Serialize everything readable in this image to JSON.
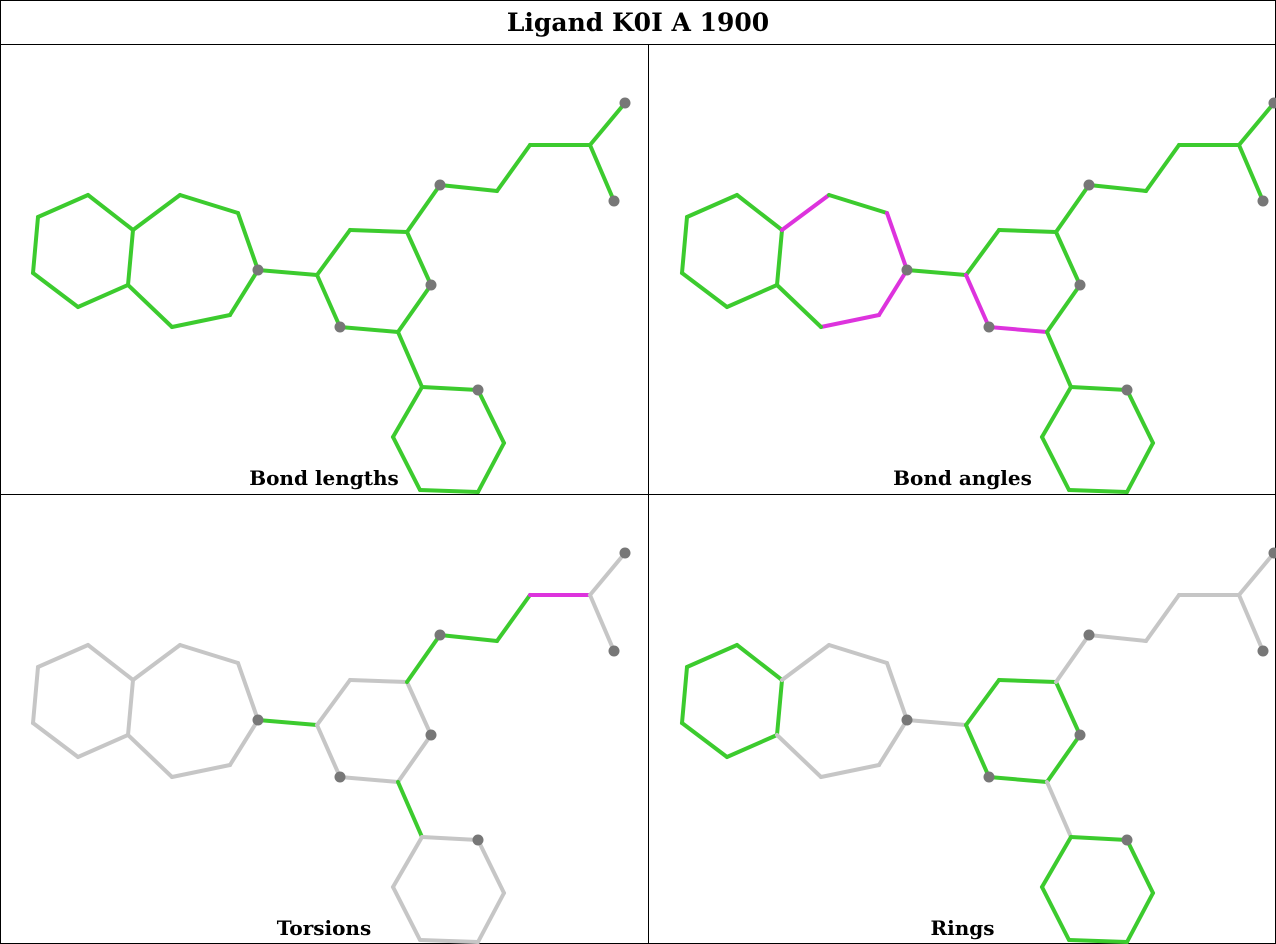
{
  "title": "Ligand K0I A 1900",
  "colors": {
    "ok": "#3ccb2e",
    "outlier": "#dd33dd",
    "neutral": "#c6c6c6",
    "atom": "#777777"
  },
  "panels": [
    {
      "caption": "Bond lengths",
      "default_color": "ok",
      "highlight": []
    },
    {
      "caption": "Bond angles",
      "default_color": "ok",
      "highlight": [
        {
          "bond": "az_top",
          "color": "outlier"
        },
        {
          "bond": "az_n_top",
          "color": "outlier"
        },
        {
          "bond": "az_n_bot",
          "color": "outlier"
        },
        {
          "bond": "az_bot",
          "color": "outlier"
        },
        {
          "bond": "cr_nc",
          "color": "outlier"
        },
        {
          "bond": "cr_lb",
          "color": "outlier"
        }
      ]
    },
    {
      "caption": "Torsions",
      "default_color": "neutral",
      "highlight": [
        {
          "bond": "n_link",
          "color": "ok"
        },
        {
          "bond": "ch_1",
          "color": "ok"
        },
        {
          "bond": "ch_2",
          "color": "ok"
        },
        {
          "bond": "ch_3",
          "color": "ok"
        },
        {
          "bond": "ch_4",
          "color": "outlier"
        },
        {
          "bond": "ph_link",
          "color": "ok"
        }
      ]
    },
    {
      "caption": "Rings",
      "default_color": "neutral",
      "highlight": [
        {
          "ring": "benzo",
          "color": "ok"
        },
        {
          "ring": "central",
          "color": "ok"
        },
        {
          "ring": "phenyl",
          "color": "ok"
        }
      ]
    }
  ]
}
